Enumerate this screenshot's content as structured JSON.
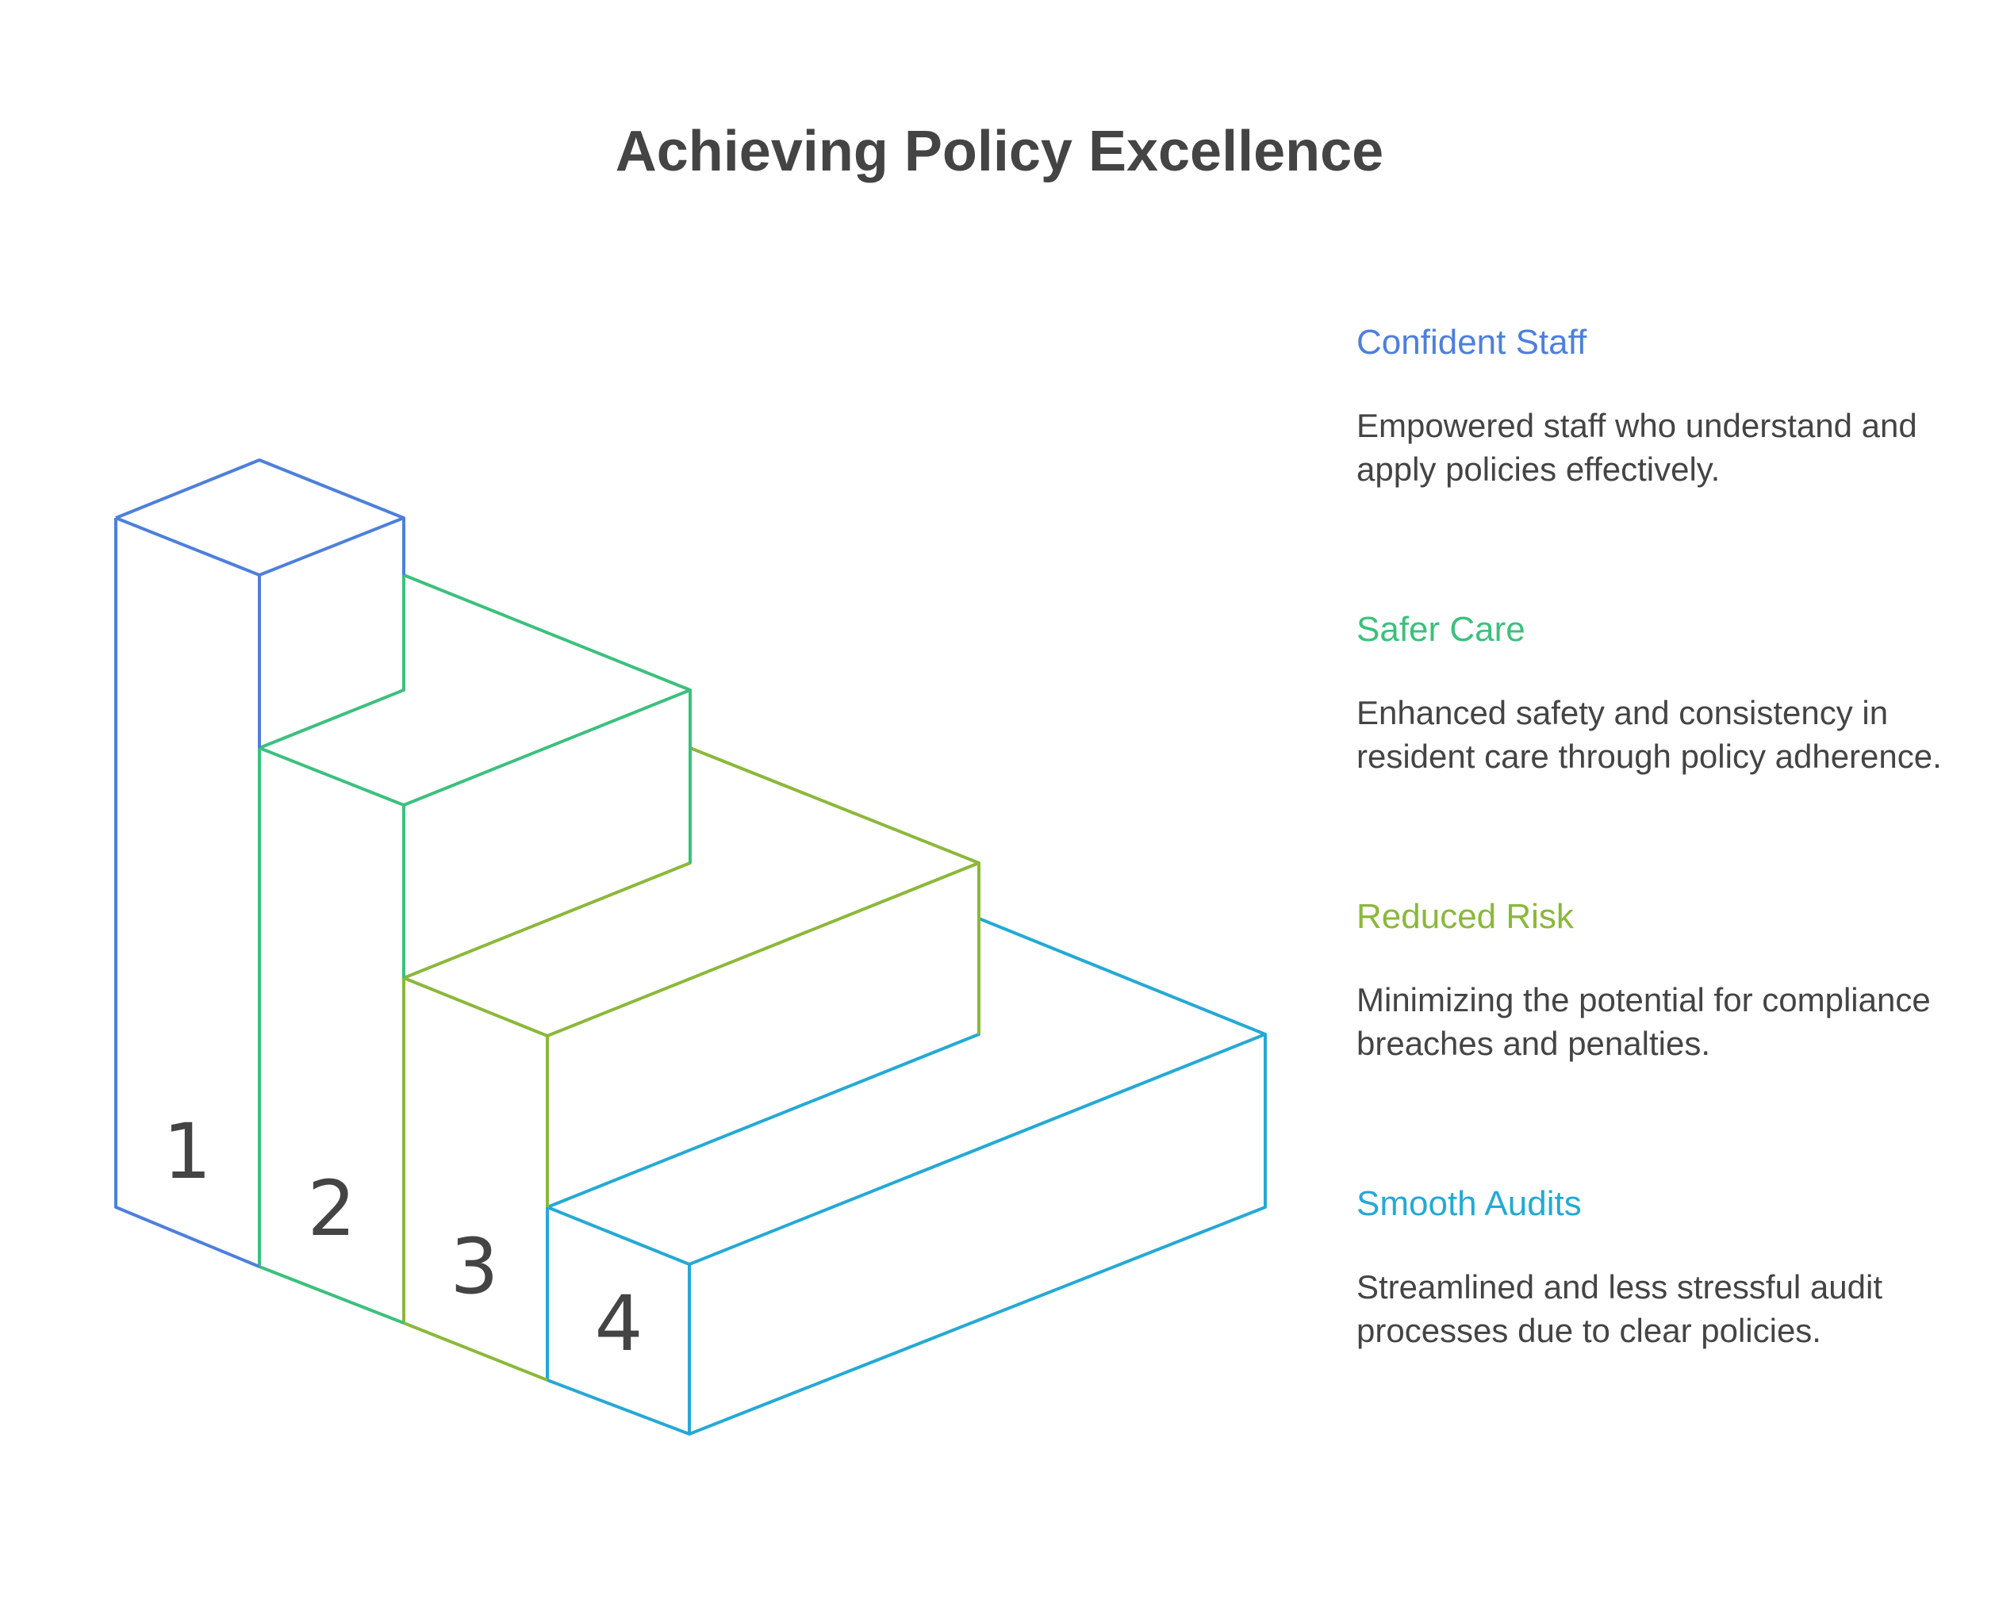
{
  "title": "Achieving Policy Excellence",
  "steps": [
    {
      "number": "1",
      "title": "Confident Staff",
      "description": "Empowered staff who understand and apply policies effectively.",
      "color": "#4E7FDB"
    },
    {
      "number": "2",
      "title": "Safer Care",
      "description": "Enhanced safety and consistency in resident care through policy adherence.",
      "color": "#3CC07D"
    },
    {
      "number": "3",
      "title": "Reduced Risk",
      "description": "Minimizing the potential for compliance breaches and penalties.",
      "color": "#8BB83A"
    },
    {
      "number": "4",
      "title": "Smooth Audits",
      "description": "Streamlined and less stressful audit processes due to clear policies.",
      "color": "#25A9D4"
    }
  ]
}
